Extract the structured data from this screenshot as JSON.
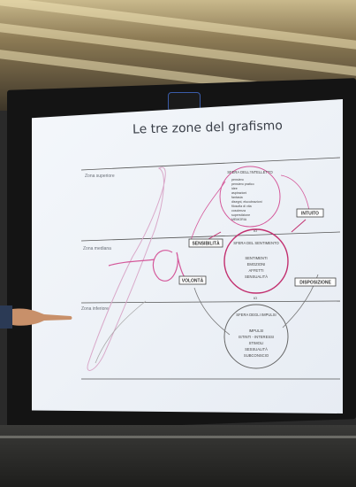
{
  "slide": {
    "title": "Le tre zone del grafismo",
    "zones": {
      "upper": "Zona superiore",
      "middle": "Zona mediana",
      "lower": "Zona inferiore"
    },
    "script_sample": "fa",
    "upper_circle": {
      "heading": "SFERA DELL'INTELLETTO",
      "items": [
        "pensiero",
        "pensiero pratico",
        "idee",
        "aspirazioni",
        "fantasia",
        "disegni, elucubrazioni",
        "filosofia di vita",
        "coscienza",
        "superstizione",
        "MEMORIA"
      ]
    },
    "middle_circle": {
      "heading": "SFERA DEL SENTIMENTO",
      "items": [
        "SENTIMENTI",
        "EMOZIONI",
        "AFFETTI",
        "SENSUALITÀ"
      ]
    },
    "lower_circle": {
      "heading": "SFERA DEGLI IMPULSI",
      "items": [
        "IMPULSI",
        "ISTINTI - INTERESSI",
        "STIMOLI",
        "SESSUALITÀ",
        "SUBCONSCIO"
      ]
    },
    "zone_io_top": "IO",
    "zone_io_bottom": "IO",
    "boxes": {
      "sensibilita": "SENSIBILITÀ",
      "intuito": "INTUITO",
      "volonta": "VOLONTÀ",
      "disposizione": "DISPOSIZIONE"
    }
  }
}
